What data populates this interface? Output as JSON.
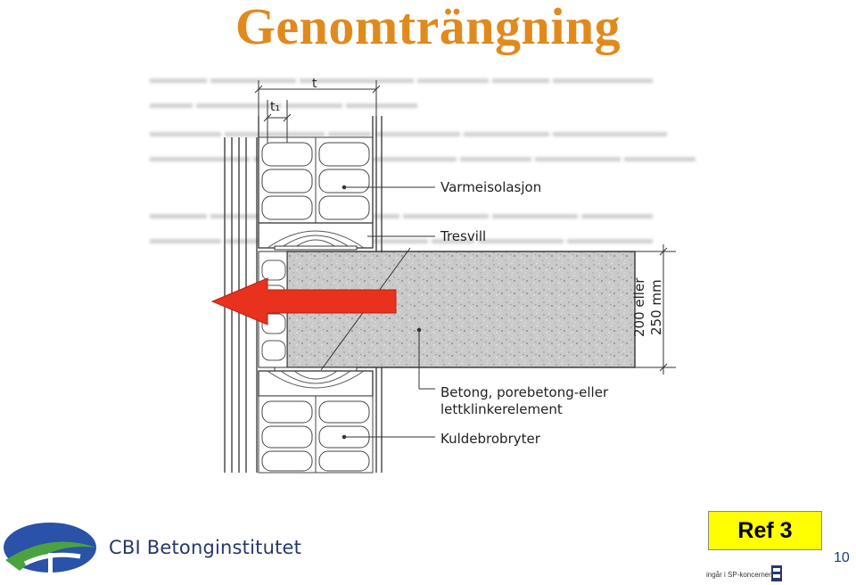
{
  "slide": {
    "title": "Genomträngning",
    "page_number": "10",
    "ref_label": "Ref 3"
  },
  "diagram": {
    "labels": {
      "insulation": "Varmeisolasjon",
      "sill": "Tresvill",
      "concrete_line1": "Betong, porebetong-eller",
      "concrete_line2": "lettklinkerelement",
      "thermal_break": "Kuldebrobryter"
    },
    "dimensions": {
      "t": "t",
      "t1": "t₁",
      "height_line1": "200 eller",
      "height_line2": "250 mm"
    },
    "arrow_color": "#e8321e",
    "concrete_color": "#c8c8c8"
  },
  "footer": {
    "company_name": "CBI Betonginstitutet",
    "group_text": "ingår i SP-koncernen",
    "brand_color": "#27386b"
  }
}
